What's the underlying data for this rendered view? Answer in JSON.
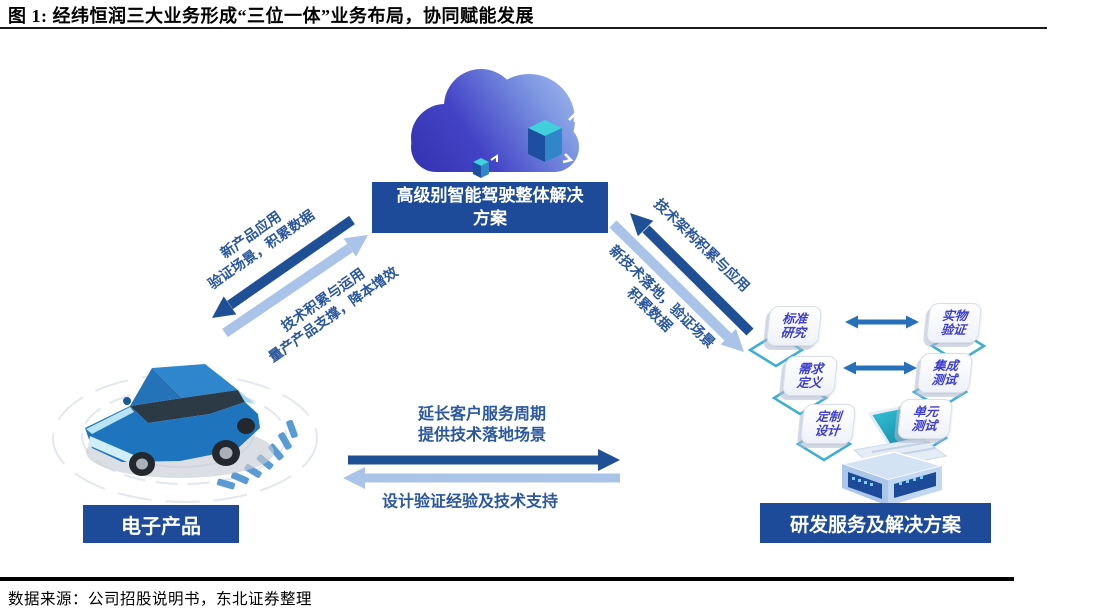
{
  "figure": {
    "title_prefix": "图 1:",
    "title": "经纬恒润三大业务形成“三位一体”业务布局，协同赋能发展",
    "source": "数据来源：公司招股说明书，东北证券整理"
  },
  "nodes": {
    "center_label": "高级别智能驾驶整体解决\n方案",
    "left_label": "电子产品",
    "right_label": "研发服务及解决方案"
  },
  "edges": {
    "cloud_to_left": "新产品应用\n验证场景，积累数据",
    "left_to_cloud": "技术积累与运用\n量产产品支撑，降本增效",
    "right_to_cloud": "技术架构积累与应用",
    "cloud_to_right": "新技术落地，验证场景\n积累数据",
    "left_to_right": "延长客户服务周期\n提供技术落地场景",
    "right_to_left": "设计验证经验及技术支持"
  },
  "vmodel": {
    "tiles": [
      {
        "label": "标准\n研究"
      },
      {
        "label": "实物\n验证"
      },
      {
        "label": "需求\n定义"
      },
      {
        "label": "集成\n测试"
      },
      {
        "label": "定制\n设计"
      },
      {
        "label": "单元\n测试"
      }
    ]
  },
  "icons": {
    "cloud": "cloud-3d-icon",
    "car": "smart-car-icon",
    "server": "dev-server-icon"
  },
  "colors": {
    "node_bg": "#1e4b99",
    "arrow_dark": "#1f5096",
    "arrow_light": "#a9c4e8",
    "edge_label": "#2b579f",
    "tile_text": "#3e3ecf",
    "connector_teal": "#2aa7cf",
    "double_arrow": "#2570b8"
  }
}
